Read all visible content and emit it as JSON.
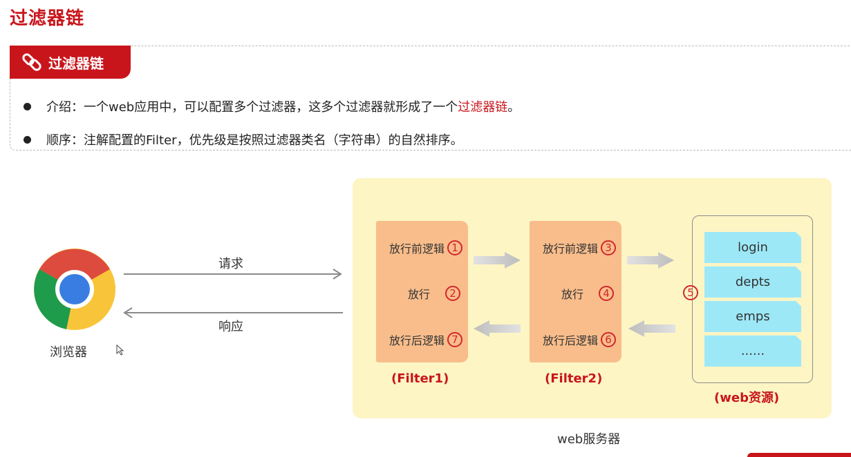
{
  "page_title": "过滤器链",
  "tag": {
    "label": "过滤器链",
    "icon": "link-icon"
  },
  "bullets": [
    {
      "prefix": "介绍：一个web应用中，可以配置多个过滤器，这多个过滤器就形成了一个",
      "highlight": "过滤器链",
      "suffix": "。"
    },
    {
      "prefix": "顺序：注解配置的Filter，优先级是按照过滤器类名（字符串）的自然排序。",
      "highlight": "",
      "suffix": ""
    }
  ],
  "browser": {
    "label": "浏览器",
    "icon": "chrome-icon"
  },
  "request_label": "请求",
  "response_label": "响应",
  "filter1": {
    "before": "放行前逻辑",
    "before_num": "1",
    "pass": "放行",
    "pass_num": "2",
    "after": "放行后逻辑",
    "after_num": "7",
    "caption": "(Filter1)"
  },
  "filter2": {
    "before": "放行前逻辑",
    "before_num": "3",
    "pass": "放行",
    "pass_num": "4",
    "after": "放行后逻辑",
    "after_num": "6",
    "caption": "(Filter2)"
  },
  "resources": {
    "num": "5",
    "items": [
      "login",
      "depts",
      "emps",
      "......"
    ],
    "caption": "(web资源)"
  },
  "server_label": "web服务器",
  "colors": {
    "brand_red": "#c8151b",
    "filter_fill": "#f8bd8b",
    "server_bg": "#fdf5c4",
    "resource_fill": "#9de8f7"
  }
}
